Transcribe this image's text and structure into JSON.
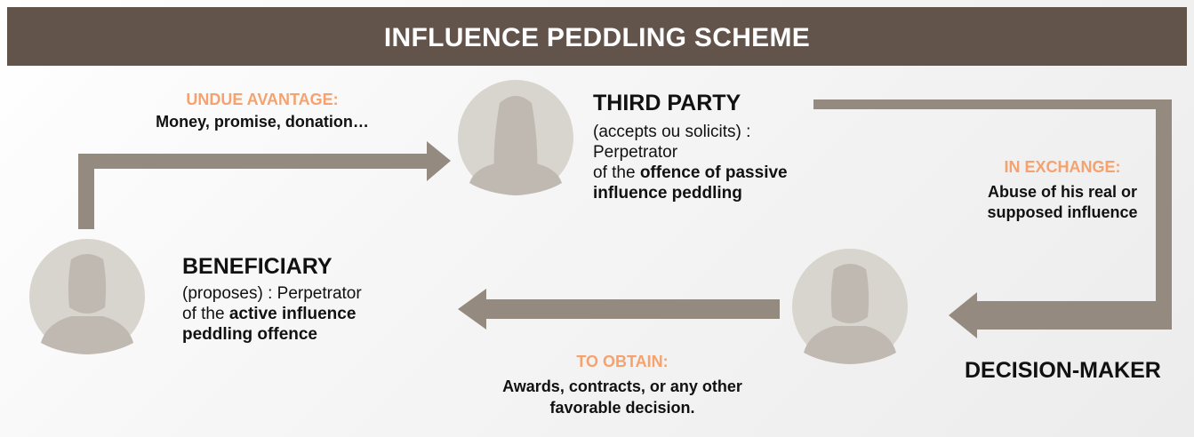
{
  "header": {
    "title": "INFLUENCE PEDDLING SCHEME"
  },
  "colors": {
    "header_bg": "#62534b",
    "arrow": "#948a80",
    "avatar_circle": "#d8d4ce",
    "avatar_figure": "#bfb9b1",
    "accent": "#f5a26e"
  },
  "icons": {
    "beneficiary": "male-silhouette-icon",
    "third_party": "female-silhouette-icon",
    "decision_maker": "male-silhouette-icon"
  },
  "flows": {
    "undue_advantage": {
      "label": "UNDUE AVANTAGE:",
      "text": "Money, promise, donation…"
    },
    "in_exchange": {
      "label": "IN EXCHANGE:",
      "line1": "Abuse of his real or",
      "line2": "supposed influence"
    },
    "to_obtain": {
      "label": "TO OBTAIN:",
      "line1": "Awards, contracts, or any other",
      "line2": "favorable decision."
    }
  },
  "third_party": {
    "title": "THIRD PARTY",
    "line1": "(accepts ou solicits) :",
    "line2": "Perpetrator",
    "line3_prefix": "of the ",
    "line3_bold": "offence of passive",
    "line4_bold": "influence peddling"
  },
  "beneficiary": {
    "title": "BENEFICIARY",
    "line1": "(proposes) : Perpetrator",
    "line2_prefix": "of the ",
    "line2_bold": "active influence",
    "line3_bold": "peddling offence"
  },
  "decision_maker": {
    "title": "DECISION-MAKER"
  }
}
